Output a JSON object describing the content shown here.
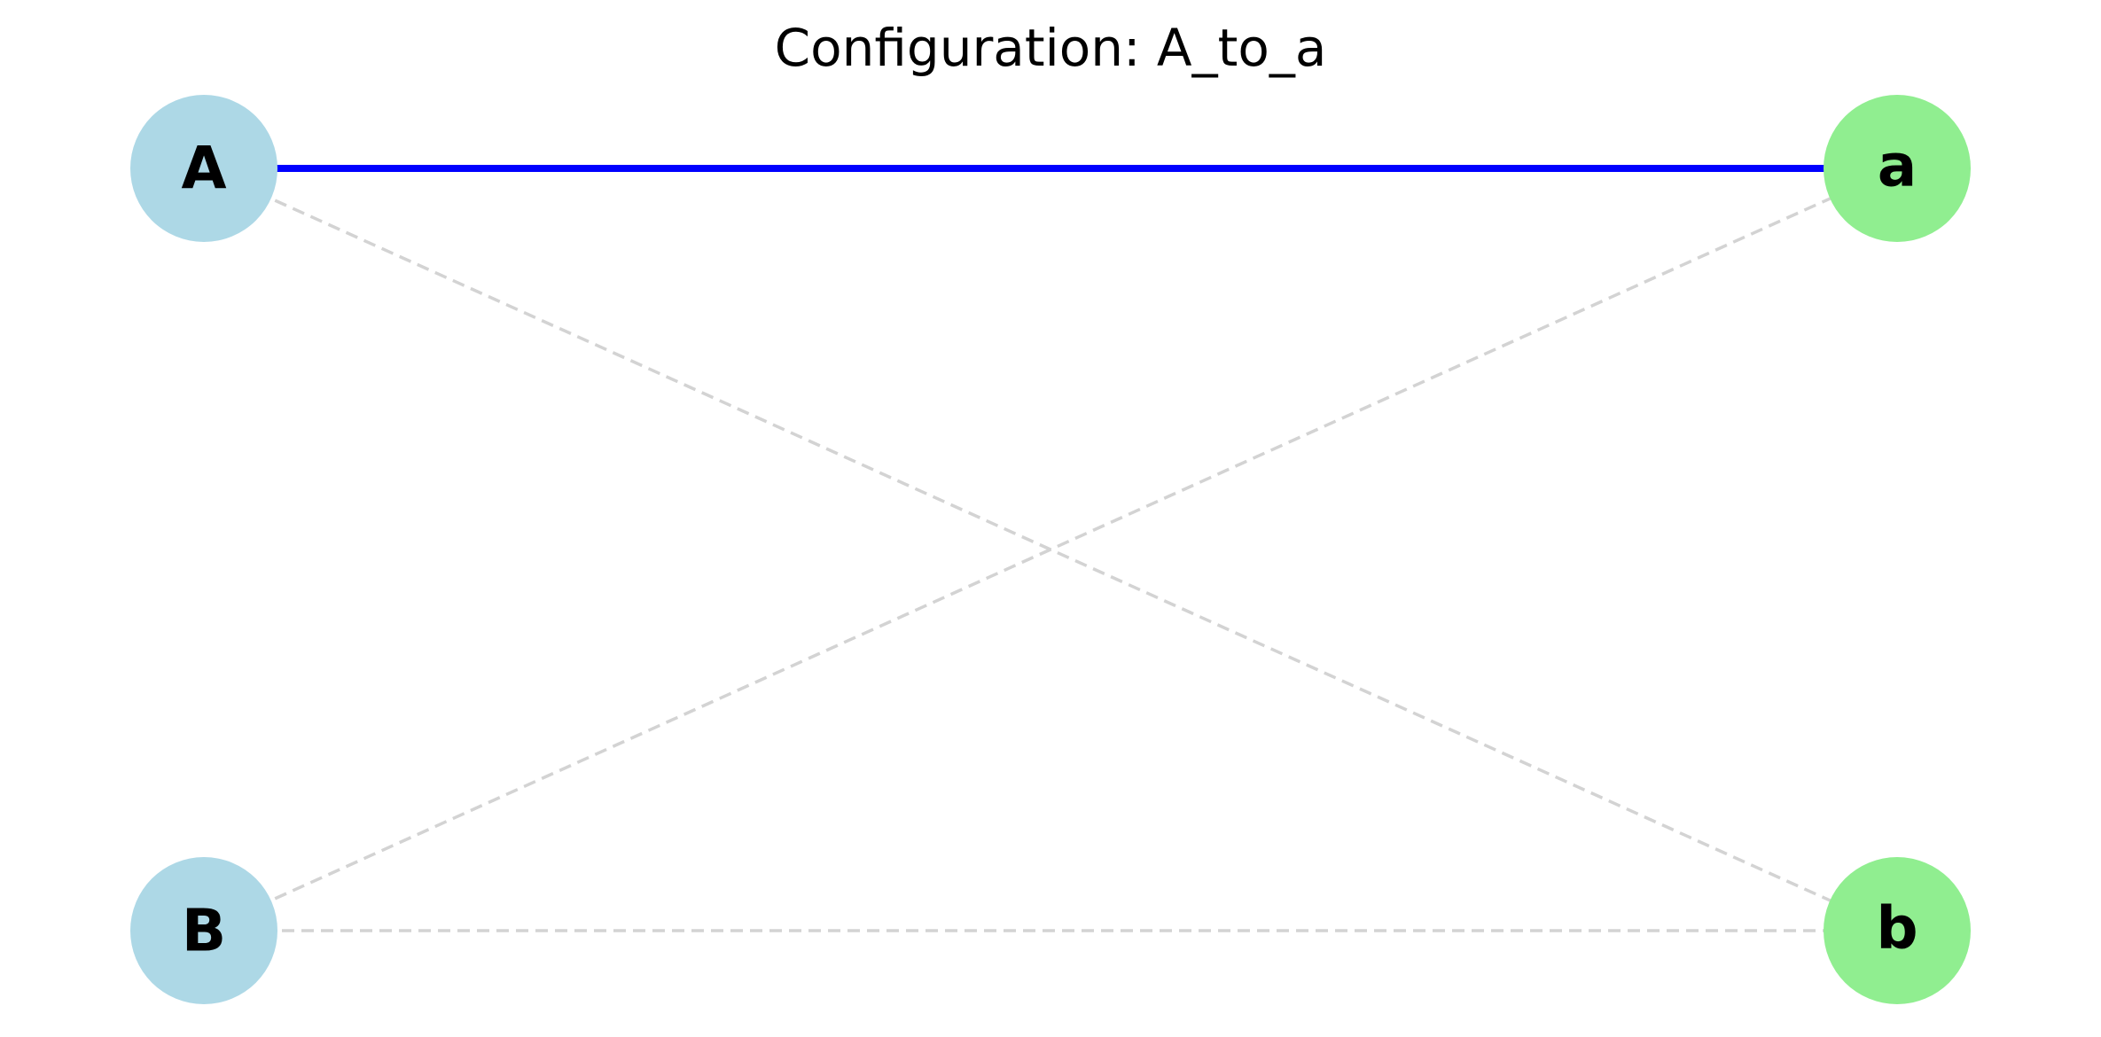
{
  "title": "Configuration: A_to_a",
  "colors": {
    "left_node_fill": "#add8e6",
    "right_node_fill": "#90ee90",
    "active_edge": "#0000ff",
    "inactive_edge": "#d3d3d3",
    "label": "#000000"
  },
  "nodes": {
    "A": {
      "label": "A",
      "side": "left",
      "row": "top"
    },
    "B": {
      "label": "B",
      "side": "left",
      "row": "bottom"
    },
    "a": {
      "label": "a",
      "side": "right",
      "row": "top"
    },
    "b": {
      "label": "b",
      "side": "right",
      "row": "bottom"
    }
  },
  "edges": [
    {
      "from": "A",
      "to": "a",
      "style": "active"
    },
    {
      "from": "A",
      "to": "b",
      "style": "inactive"
    },
    {
      "from": "B",
      "to": "a",
      "style": "inactive"
    },
    {
      "from": "B",
      "to": "b",
      "style": "inactive"
    }
  ]
}
